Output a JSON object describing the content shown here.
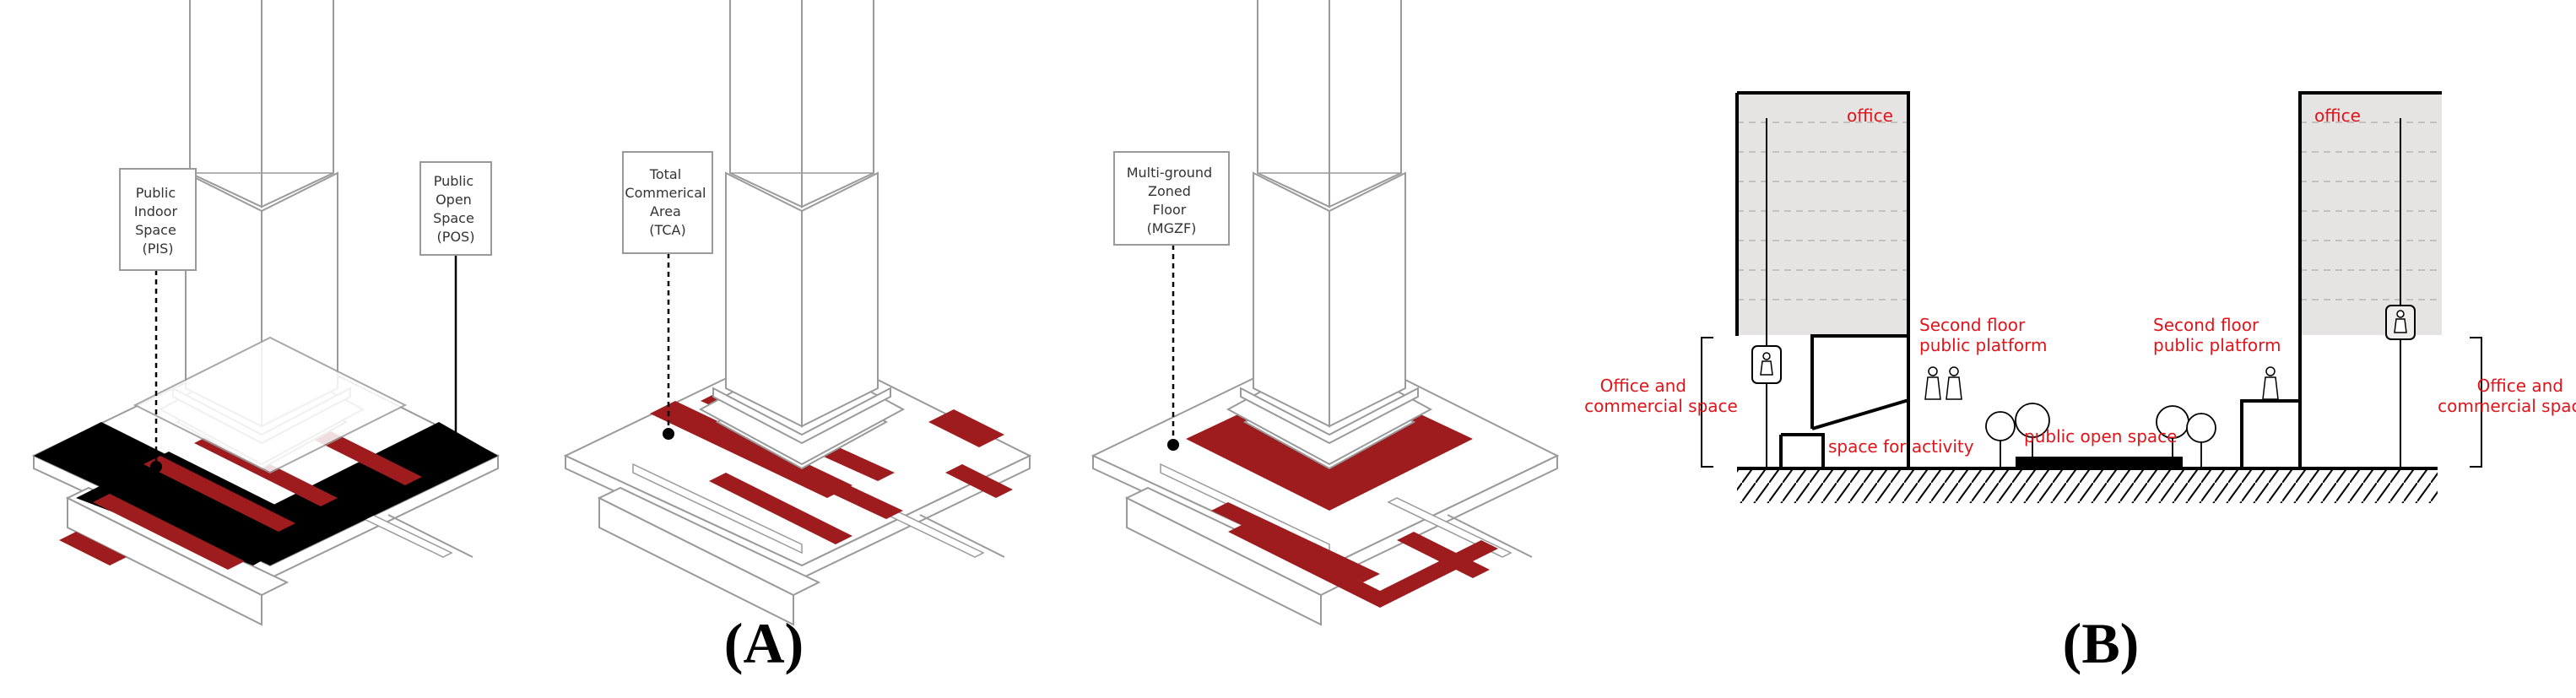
{
  "colors": {
    "accent_red": "#9e1b1e",
    "label_red": "#e0141a",
    "outline_gray": "#8a8a8a",
    "dark": "#000000",
    "office_fill": "#e6e3e3"
  },
  "panel_a": {
    "caption": "(A)",
    "diagrams": [
      {
        "label_lines": [
          "Public",
          "Indoor",
          "Space",
          "(PIS)"
        ],
        "label2_lines": [
          "Public",
          "Open",
          "Space",
          "(POS)"
        ]
      },
      {
        "label_lines": [
          "Total",
          "Commerical",
          "Area",
          "(TCA)"
        ]
      },
      {
        "label_lines": [
          "Multi-ground",
          "Zoned",
          "Floor",
          "(MGZF)"
        ]
      }
    ]
  },
  "panel_b": {
    "caption": "(B)",
    "office_left": "office",
    "office_right": "office",
    "second_floor_left_lines": [
      "Second floor",
      "public platform"
    ],
    "second_floor_right_lines": [
      "Second floor",
      "public platform"
    ],
    "commercial_left_lines": [
      "Office and",
      "commercial space"
    ],
    "commercial_right_lines": [
      "Office and",
      "commercial space"
    ],
    "space_for_activity": "space for activity",
    "public_open_space": "public open space"
  }
}
